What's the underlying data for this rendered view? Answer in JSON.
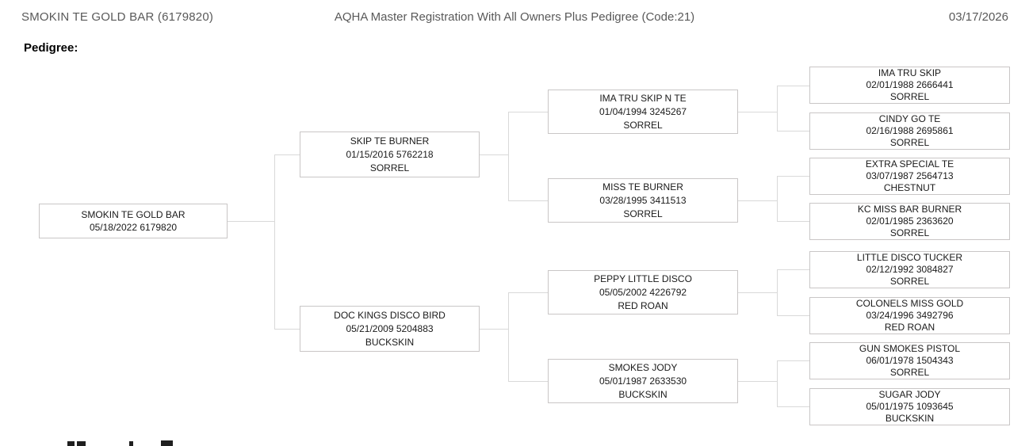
{
  "header": {
    "left_title": "SMOKIN TE GOLD BAR (6179820)",
    "center_title": "AQHA Master Registration With All Owners Plus Pedigree (Code:21)",
    "date": "03/17/2026"
  },
  "section": {
    "pedigree_label": "Pedigree:"
  },
  "pedigree": {
    "subject": {
      "name": "SMOKIN TE GOLD BAR",
      "detail": "05/18/2022 6179820"
    },
    "gen2": [
      {
        "name": "SKIP TE BURNER",
        "detail": "01/15/2016 5762218",
        "color": "SORREL"
      },
      {
        "name": "DOC KINGS DISCO BIRD",
        "detail": "05/21/2009 5204883",
        "color": "BUCKSKIN"
      }
    ],
    "gen3": [
      {
        "name": "IMA TRU SKIP N TE",
        "detail": "01/04/1994 3245267",
        "color": "SORREL"
      },
      {
        "name": "MISS TE BURNER",
        "detail": "03/28/1995 3411513",
        "color": "SORREL"
      },
      {
        "name": "PEPPY LITTLE DISCO",
        "detail": "05/05/2002 4226792",
        "color": "RED ROAN"
      },
      {
        "name": "SMOKES JODY",
        "detail": "05/01/1987 2633530",
        "color": "BUCKSKIN"
      }
    ],
    "gen4": [
      {
        "name": "IMA TRU SKIP",
        "detail": "02/01/1988 2666441",
        "color": "SORREL"
      },
      {
        "name": "CINDY GO TE",
        "detail": "02/16/1988 2695861",
        "color": "SORREL"
      },
      {
        "name": "EXTRA SPECIAL TE",
        "detail": "03/07/1987 2564713",
        "color": "CHESTNUT"
      },
      {
        "name": "KC MISS BAR BURNER",
        "detail": "02/01/1985 2363620",
        "color": "SORREL"
      },
      {
        "name": "LITTLE DISCO TUCKER",
        "detail": "02/12/1992 3084827",
        "color": "SORREL"
      },
      {
        "name": "COLONELS MISS GOLD",
        "detail": "03/24/1996 3492796",
        "color": "RED ROAN"
      },
      {
        "name": "GUN SMOKES PISTOL",
        "detail": "06/01/1978 1504343",
        "color": "SORREL"
      },
      {
        "name": "SUGAR JODY",
        "detail": "05/01/1975 1093645",
        "color": "BUCKSKIN"
      }
    ]
  },
  "colors": {
    "header_text": "#595959",
    "node_border": "#c9c6c6",
    "connector_line": "#d9d9d9",
    "node_text": "#1a1a1a"
  }
}
